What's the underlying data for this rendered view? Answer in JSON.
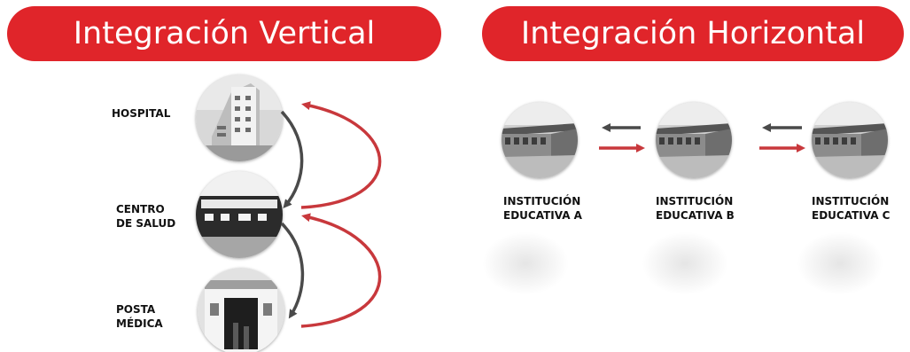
{
  "vertical": {
    "title": "Integración Vertical",
    "levels": [
      {
        "label": "HOSPITAL",
        "icon": "hospital-photo"
      },
      {
        "label": "CENTRO\nDE SALUD",
        "icon": "health-center-photo"
      },
      {
        "label": "POSTA\nMÉDICA",
        "icon": "medical-post-photo"
      }
    ]
  },
  "horizontal": {
    "title": "Integración Horizontal",
    "institutions": [
      {
        "label": "INSTITUCIÓN\nEDUCATIVA A",
        "icon": "school-photo"
      },
      {
        "label": "INSTITUCIÓN\nEDUCATIVA B",
        "icon": "school-photo"
      },
      {
        "label": "INSTITUCIÓN\nEDUCATIVA C",
        "icon": "school-photo"
      }
    ]
  },
  "colors": {
    "accent": "#e0252a",
    "arrow_red": "#c8383c",
    "arrow_dark": "#4a4a4a"
  }
}
